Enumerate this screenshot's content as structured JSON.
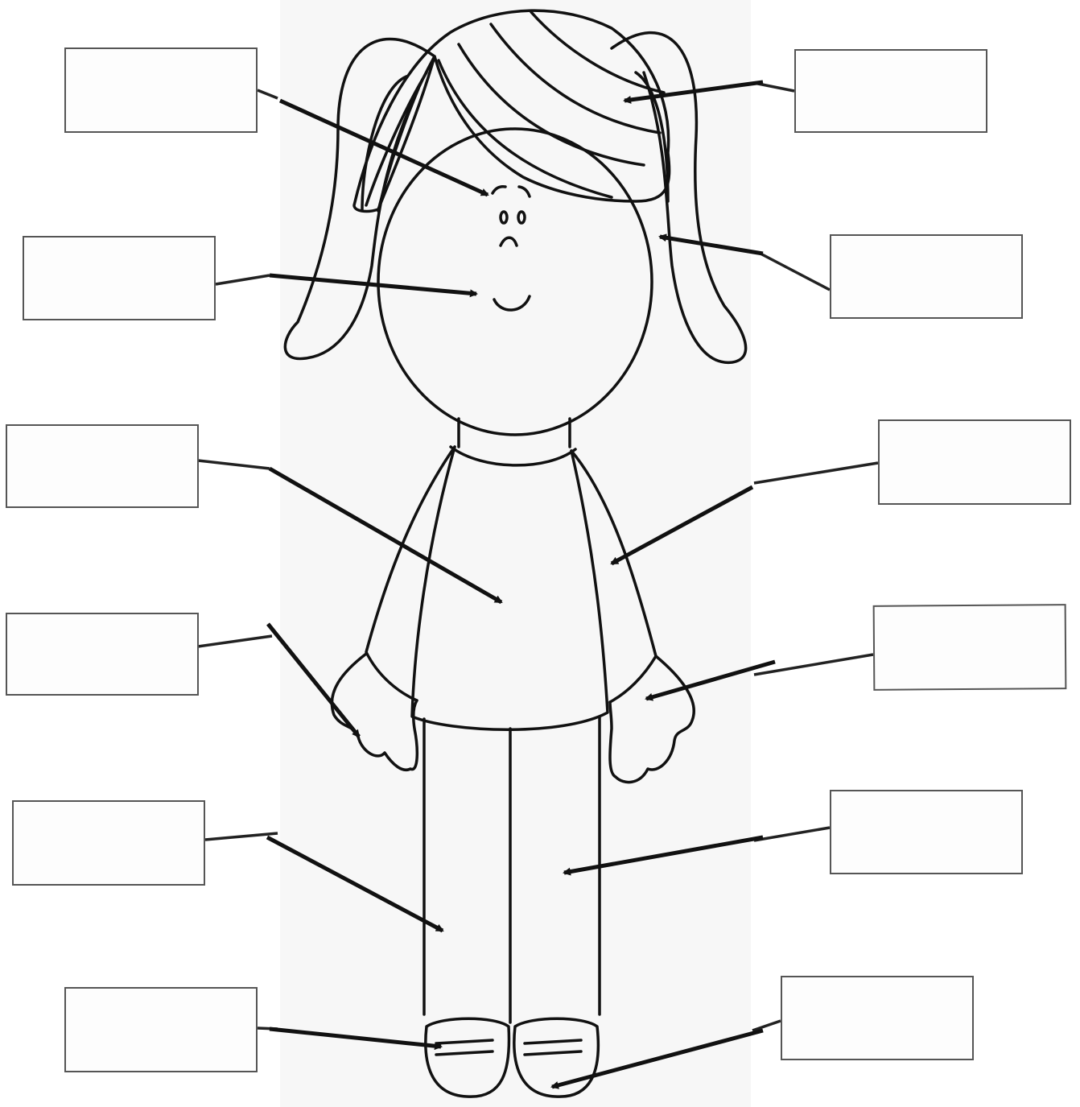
{
  "worksheet": {
    "colors": {
      "line": "#111111",
      "box_border": "#555555",
      "box_fill": "#fdfdfd",
      "figure_bg": "#f7f7f7"
    },
    "label_boxes": [
      {
        "id": "eyebrow",
        "text": ""
      },
      {
        "id": "hair",
        "text": ""
      },
      {
        "id": "mouth",
        "text": ""
      },
      {
        "id": "ear",
        "text": ""
      },
      {
        "id": "body",
        "text": ""
      },
      {
        "id": "arm",
        "text": ""
      },
      {
        "id": "finger",
        "text": ""
      },
      {
        "id": "hand",
        "text": ""
      },
      {
        "id": "leg-left",
        "text": ""
      },
      {
        "id": "leg-right",
        "text": ""
      },
      {
        "id": "shoe",
        "text": ""
      },
      {
        "id": "foot",
        "text": ""
      }
    ]
  }
}
